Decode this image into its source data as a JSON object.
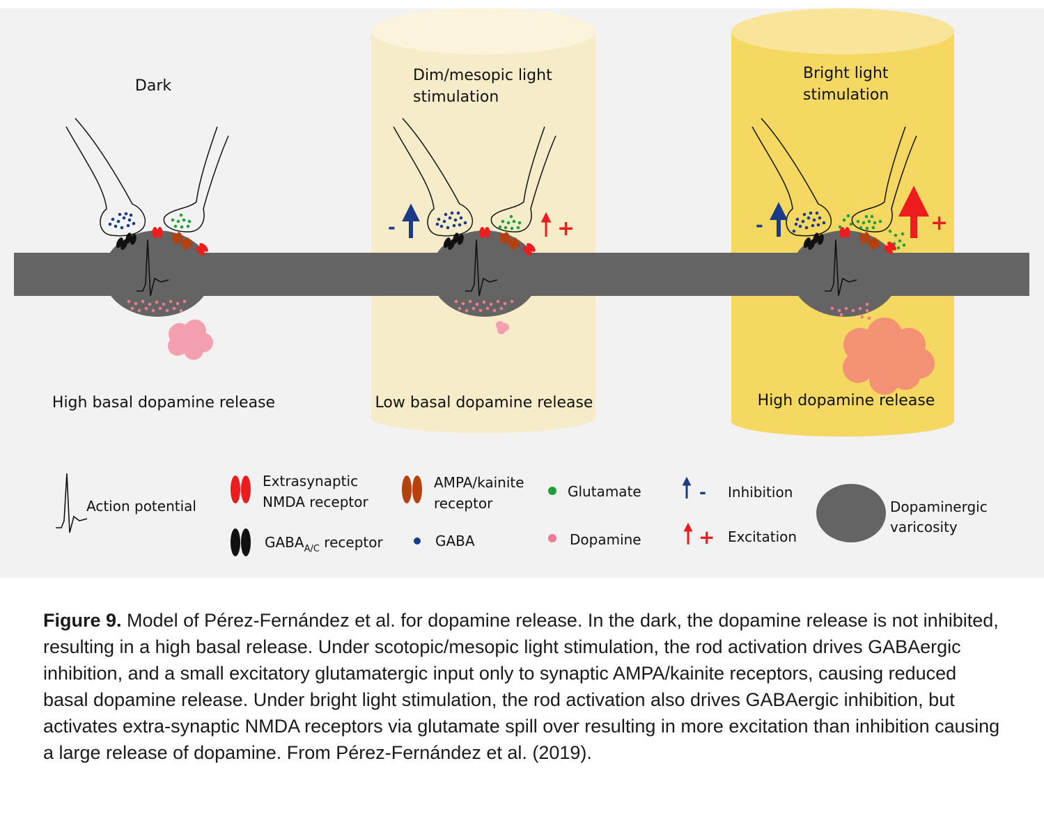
{
  "panels": {
    "dark": {
      "title": "Dark",
      "release_label": "High basal dopamine release"
    },
    "dim": {
      "title_line1": "Dim/mesopic light",
      "title_line2": "stimulation",
      "release_label": "Low basal dopamine release",
      "inhibition_sign": "-",
      "excitation_sign": "+"
    },
    "bright": {
      "title_line1": "Bright light",
      "title_line2": "stimulation",
      "release_label": "High dopamine release",
      "inhibition_sign": "-",
      "excitation_sign": "+"
    }
  },
  "legend": {
    "action_potential": "Action potential",
    "nmda_line1": "Extrasynaptic",
    "nmda_line2": "NMDA receptor",
    "gaba_receptor": "GABA",
    "gaba_receptor_sub": "A/C",
    "gaba_receptor_tail": " receptor",
    "ampa_line1": "AMPA/kainite",
    "ampa_line2": "receptor",
    "gaba": "GABA",
    "glutamate": "Glutamate",
    "dopamine": "Dopamine",
    "inhibition": "Inhibition",
    "inhibition_sign": "-",
    "excitation": "Excitation",
    "excitation_sign": "+",
    "varicosity_line1": "Dopaminergic",
    "varicosity_line2": "varicosity"
  },
  "caption": {
    "label": "Figure 9.",
    "text": " Model of Pérez-Fernández et al. for dopamine release. In the dark, the dopamine release is not inhibited, resulting in a high basal release. Under scotopic/mesopic light stimulation, the rod activation drives GABAergic inhibition, and a small excitatory glutamatergic input only to synaptic AMPA/kainite receptors, causing reduced basal dopamine release. Under bright light stimulation, the rod activation also drives GABAergic inhibition, but activates extra-synaptic NMDA receptors via glutamate spill over resulting in more excitation than inhibition causing a large release of dopamine. From Pérez-Fernández et al. (2019)."
  },
  "colors": {
    "axon": "#646464",
    "dim_beam": "#f6ecca",
    "bright_beam": "#f4d862",
    "nmda": "#ee1c1c",
    "ampa": "#b5410f",
    "gaba_receptor": "#111111",
    "gaba": "#1b3a8a",
    "glutamate": "#1fa03a",
    "dopamine": "#f07a92",
    "inhibition_arrow": "#1b3a8a",
    "excitation_arrow": "#ee1c1c",
    "release_cloud_dark": "#f4a0b0",
    "release_cloud_bright": "#f49276"
  }
}
